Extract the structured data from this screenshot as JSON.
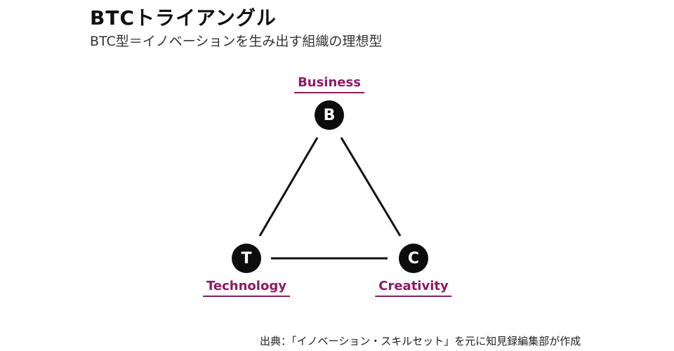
{
  "title": "BTCトライアングル",
  "subtitle": "BTC型＝イノベーションを生み出す組織の理想型",
  "nodes": {
    "business": {
      "letter": "B",
      "label": "Business"
    },
    "technology": {
      "letter": "T",
      "label": "Technology"
    },
    "creativity": {
      "letter": "C",
      "label": "Creativity"
    }
  },
  "label_color": "#8a1c63",
  "node_color": "#0d0d0d",
  "source": "出典：「イノベーション・スキルセット」を元に知見録編集部が作成"
}
